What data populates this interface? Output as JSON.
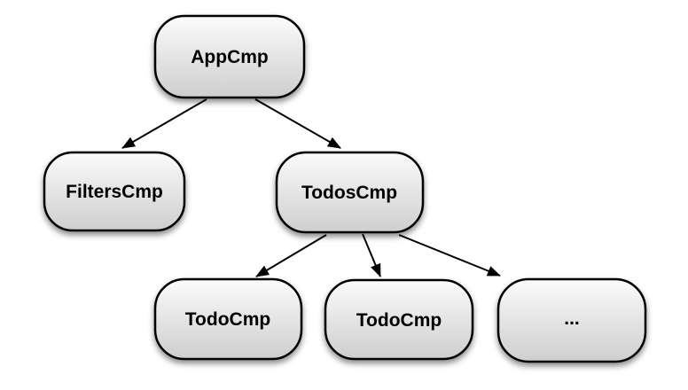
{
  "diagram": {
    "kind": "component-tree",
    "background_color": "#ffffff",
    "node_fill_top": "#fbfbfb",
    "node_fill_bottom": "#cecece",
    "node_border_color": "#000000",
    "edge_color": "#000000",
    "text_color": "#000000",
    "nodes": [
      {
        "id": "appcmp",
        "label": "AppCmp"
      },
      {
        "id": "filterscmp",
        "label": "FiltersCmp"
      },
      {
        "id": "todoscmp",
        "label": "TodosCmp"
      },
      {
        "id": "todocmp-1",
        "label": "TodoCmp"
      },
      {
        "id": "todocmp-2",
        "label": "TodoCmp"
      },
      {
        "id": "ellipsis",
        "label": "..."
      }
    ],
    "edges": [
      {
        "from": "AppCmp",
        "to": "FiltersCmp"
      },
      {
        "from": "AppCmp",
        "to": "TodosCmp"
      },
      {
        "from": "TodosCmp",
        "to": "TodoCmp (left)"
      },
      {
        "from": "TodosCmp",
        "to": "TodoCmp (middle)"
      },
      {
        "from": "TodosCmp",
        "to": "... (right)"
      }
    ]
  }
}
